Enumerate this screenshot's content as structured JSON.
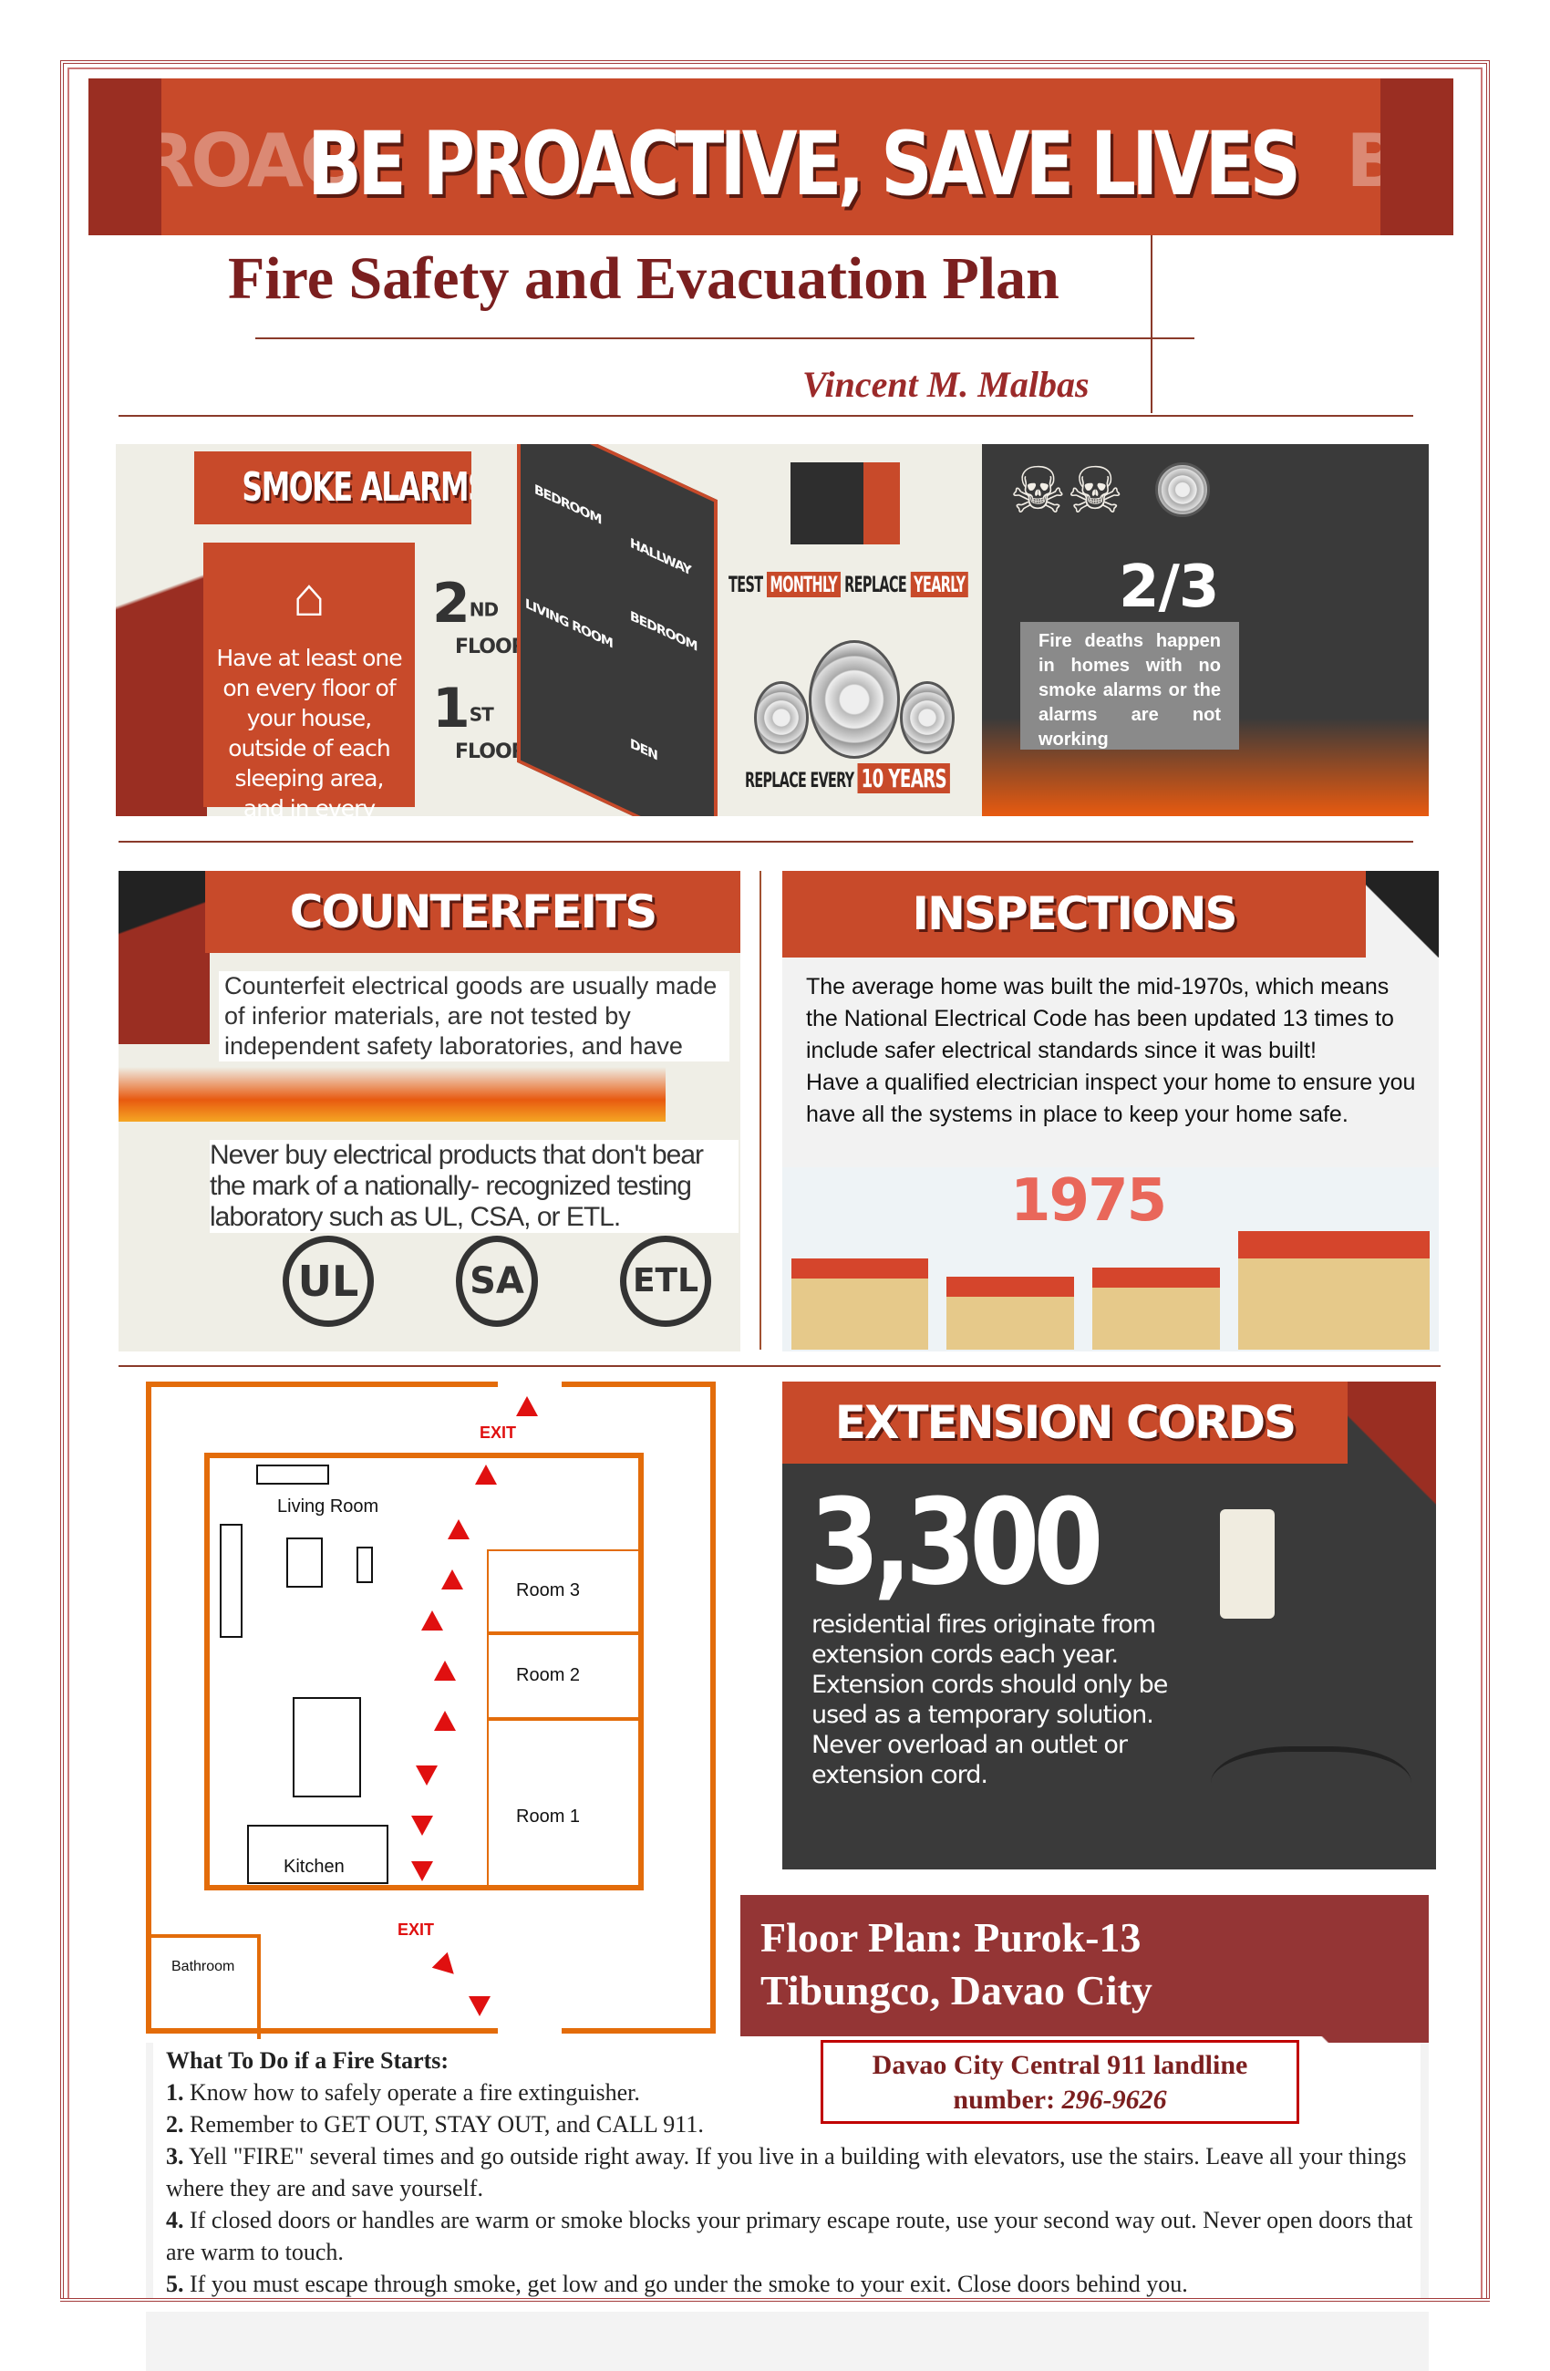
{
  "banner": {
    "headline": "BE PROACTIVE, SAVE LIVES",
    "ghost_left": "PROAC",
    "ghost_right": "BE"
  },
  "header": {
    "title": "Fire Safety and Evacuation Plan",
    "author": "Vincent M. Malbas"
  },
  "smoke_alarms": {
    "heading": "SMOKE ALARMS",
    "house_text": "Have at least one on every floor of your house, outside of each sleeping area, and in every bedroom.",
    "floor2": {
      "num": "2",
      "sup": "ND",
      "label": "FLOOR"
    },
    "floor1": {
      "num": "1",
      "sup": "ST",
      "label": "FLOOR"
    },
    "rooms": [
      "BEDROOM",
      "HALLWAY",
      "BEDROOM",
      "LIVING ROOM",
      "DEN"
    ],
    "test": "TEST",
    "monthly": "MONTHLY",
    "replace": "REPLACE",
    "yearly": "YEARLY",
    "replace_every": "REPLACE EVERY",
    "ten_years": "10 YEARS",
    "stat": "2/3",
    "stat_text": "Fire deaths happen in homes with no smoke alarms or the alarms are not working"
  },
  "counterfeits": {
    "heading": "COUNTERFEITS",
    "text1": "Counterfeit electrical goods are usually made of inferior materials, are not tested by independent safety laboratories, and have",
    "text2": "Never buy electrical products that don't bear the mark  of a nationally- recognized testing laboratory such as UL, CSA, or ETL.",
    "marks": [
      "UL",
      "SA",
      "ETL"
    ]
  },
  "inspections": {
    "heading": "INSPECTIONS",
    "text1": "The average home was built the mid-1970s, which means the National Electrical Code has been updated 13 times to include safer electrical standards since it was built!",
    "text2": "Have a qualified electrician inspect your home to ensure you have all the systems in place to keep your home safe.",
    "year": "1975"
  },
  "floor_plan": {
    "exit_top": "EXIT",
    "exit_bottom": "EXIT",
    "rooms": {
      "living": "Living Room",
      "room3": "Room 3",
      "room2": "Room 2",
      "room1": "Room 1",
      "kitchen": "Kitchen",
      "bathroom": "Bathroom"
    },
    "title_line1": "Floor Plan: Purok-13",
    "title_line2": "Tibungco, Davao City"
  },
  "extension_cords": {
    "heading": "EXTENSION CORDS",
    "stat": "3,300",
    "text": "residential fires originate from extension cords each year. Extension cords should only be used as a temporary solution. Never overload an outlet or extension cord."
  },
  "emergency": {
    "line1": "Davao City Central 911 landline",
    "label2": "number: ",
    "number": "296-9626"
  },
  "what_to_do": {
    "heading": "What To Do if a Fire Starts:",
    "steps": [
      {
        "n": "1.",
        "text": " Know how to safely operate a fire extinguisher."
      },
      {
        "n": "2.",
        "text": " Remember to GET OUT, STAY OUT, and CALL 911."
      },
      {
        "n": "3.",
        "text": " Yell \"FIRE\" several times and go outside right away. If you live in a building with elevators, use the stairs. Leave all your things where they are and save yourself."
      },
      {
        "n": "4.",
        "text": " If closed doors or handles are warm or smoke blocks your primary escape route, use your second way out. Never open doors that are warm to touch."
      },
      {
        "n": "5.",
        "text": " If you must escape through smoke, get low and go under the smoke to your exit. Close doors behind you."
      }
    ]
  },
  "colors": {
    "accent": "#c84a2a",
    "dark_red": "#7b1f1f",
    "plan_orange": "#e36c0a",
    "arrow_red": "#e01010"
  }
}
